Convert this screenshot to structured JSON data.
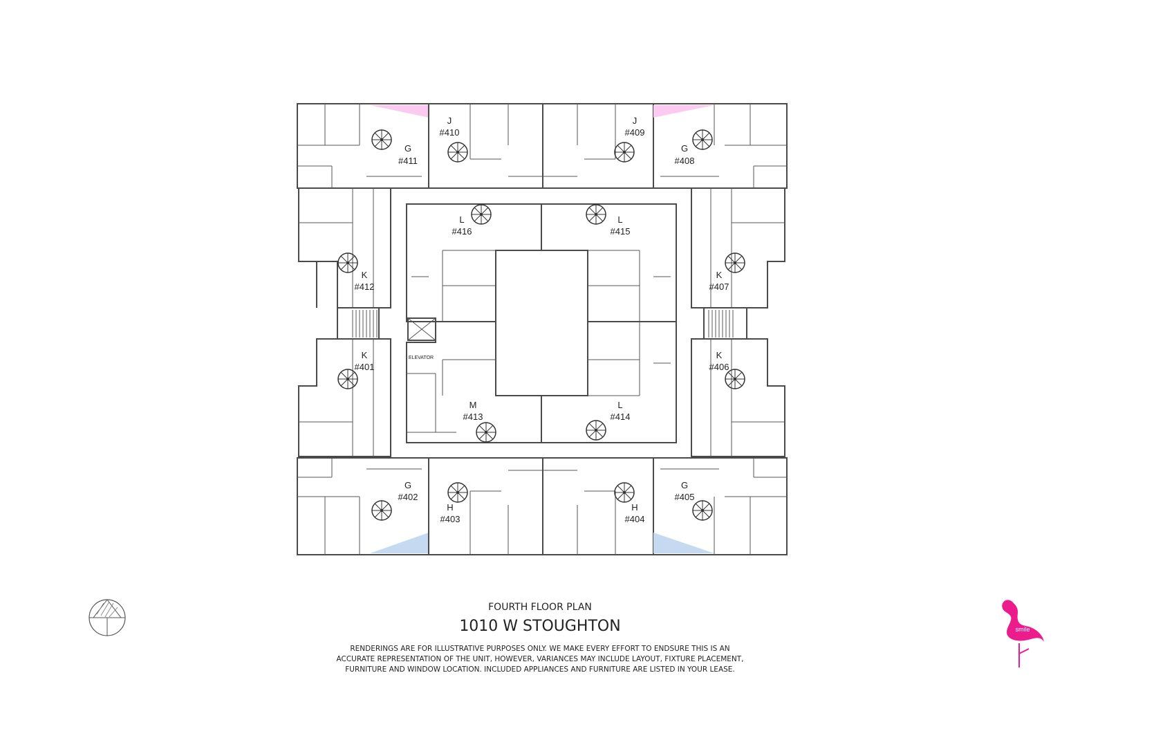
{
  "colors": {
    "unit_g": "#edf4ea",
    "unit_j": "#fbcaf0",
    "unit_k": "#fbcaf0",
    "unit_l": "#efc3a3",
    "unit_m": "#edf4ea",
    "unit_h": "#c5d9f1",
    "brand": "#ec1c8c"
  },
  "units": {
    "u411": {
      "type": "G",
      "number": "#411"
    },
    "u410": {
      "type": "J",
      "number": "#410"
    },
    "u409": {
      "type": "J",
      "number": "#409"
    },
    "u408": {
      "type": "G",
      "number": "#408"
    },
    "u412": {
      "type": "K",
      "number": "#412"
    },
    "u401": {
      "type": "K",
      "number": "#401"
    },
    "u407": {
      "type": "K",
      "number": "#407"
    },
    "u406": {
      "type": "K",
      "number": "#406"
    },
    "u416": {
      "type": "L",
      "number": "#416"
    },
    "u415": {
      "type": "L",
      "number": "#415"
    },
    "u414": {
      "type": "L",
      "number": "#414"
    },
    "u413": {
      "type": "M",
      "number": "#413"
    },
    "u402": {
      "type": "G",
      "number": "#402"
    },
    "u403": {
      "type": "H",
      "number": "#403"
    },
    "u404": {
      "type": "H",
      "number": "#404"
    },
    "u405": {
      "type": "G",
      "number": "#405"
    }
  },
  "elevator_label": "ELEVATOR",
  "footer": {
    "subtitle": "FOURTH FLOOR PLAN",
    "title": "1010 W STOUGHTON",
    "disclaimer": [
      "RENDERINGS ARE FOR ILLUSTRATIVE PURPOSES ONLY. WE MAKE EVERY EFFORT TO ENDSURE THIS IS AN",
      "ACCURATE REPRESENTATION OF THE UNIT, HOWEVER, VARIANCES MAY INCLUDE LAYOUT, FIXTURE PLACEMENT,",
      "FURNITURE AND WINDOW LOCATION. INCLUDED APPLIANCES AND FURNITURE ARE LISTED IN YOUR LEASE."
    ]
  },
  "logo": {
    "text": "smile"
  }
}
